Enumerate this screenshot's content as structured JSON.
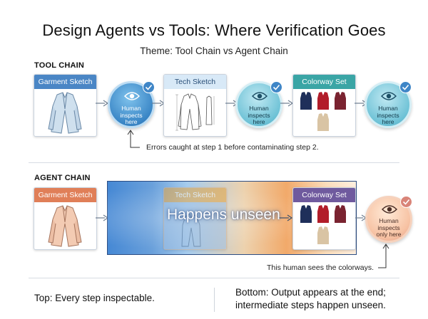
{
  "header": {
    "title": "Design Agents vs Tools: Where Verification Goes",
    "subtitle": "Theme: Tool Chain vs Agent Chain"
  },
  "tool_chain": {
    "label": "TOOL CHAIN",
    "steps": [
      {
        "label": "Garment Sketch"
      },
      {
        "label": "Tech Sketch"
      },
      {
        "label": "Colorway Set"
      }
    ],
    "checkpoint_text": "Human\ninspects\nhere",
    "note": "Errors caught at step 1 before contaminating step 2."
  },
  "agent_chain": {
    "label": "AGENT CHAIN",
    "steps": [
      {
        "label": "Garment Sketch"
      },
      {
        "label": "Tech Sketch"
      },
      {
        "label": "Colorway Set"
      }
    ],
    "hidden_text": "Happens unseen",
    "checkpoint_text": "Human\ninspects\nonly here",
    "note": "This human sees the colorways."
  },
  "footer": {
    "left": "Top: Every step inspectable.",
    "right_line1": "Bottom: Output appears at the end;",
    "right_line2": "intermediate steps happen unseen."
  },
  "colors": {
    "tool_blue": "#4a86c5",
    "tool_teal": "#3aa5a5",
    "agent_orange": "#e07f58",
    "agent_gold": "#e3a23d",
    "agent_purple": "#6f5a9e"
  }
}
